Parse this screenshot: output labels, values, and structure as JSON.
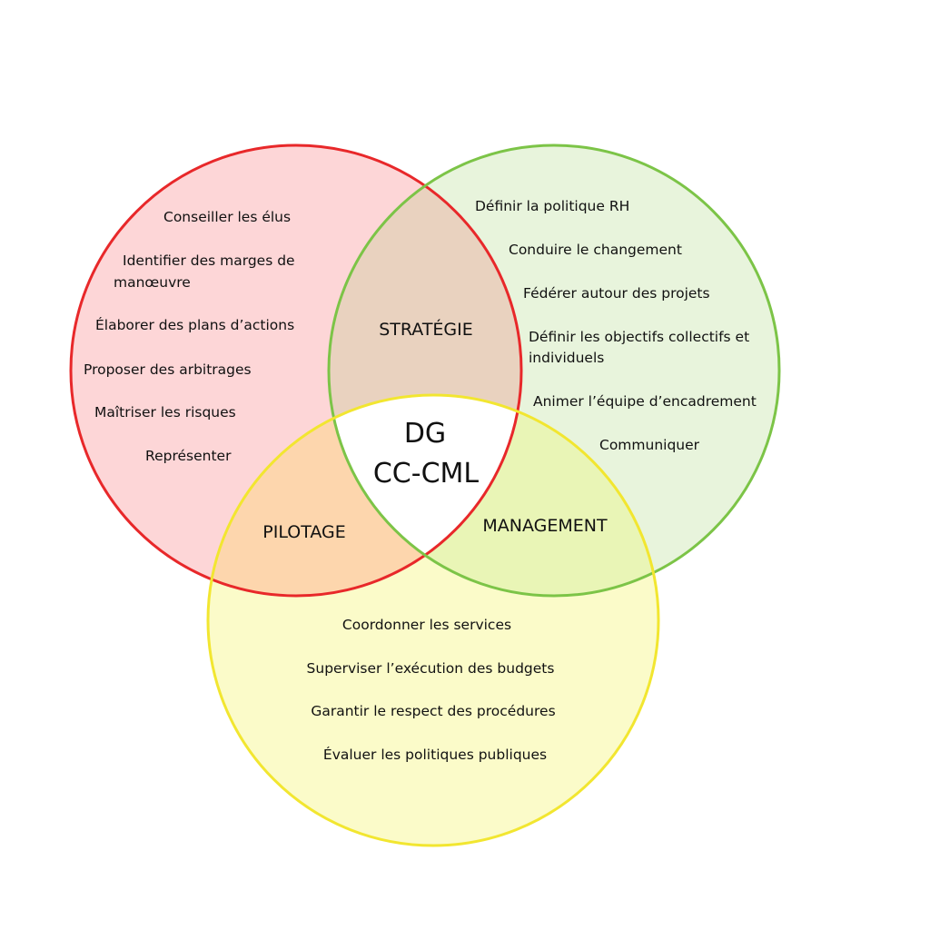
{
  "colors": {
    "red_fill": "#fdd6d7",
    "red_stroke": "#e8282a",
    "green_fill": "#e8f4dc",
    "green_stroke": "#7cc447",
    "yellow_fill": "#fbfbc9",
    "yellow_stroke": "#f2e630",
    "red_green_overlap": "#e9d2bf",
    "red_yellow_overlap": "#fdd6ad",
    "green_yellow_overlap": "#e9f5b6",
    "center": "#ffffff"
  },
  "circles": {
    "red": {
      "items": [
        [
          "Conseiller les élus"
        ],
        [
          "Identifier des marges de",
          "manœuvre"
        ],
        [
          "Élaborer des plans d’actions"
        ],
        [
          "Proposer des arbitrages"
        ],
        [
          "Maîtriser les risques"
        ],
        [
          "Représenter"
        ]
      ]
    },
    "green": {
      "items": [
        [
          "Définir la politique RH"
        ],
        [
          "Conduire le changement"
        ],
        [
          "Fédérer autour des projets"
        ],
        [
          "Définir les objectifs collectifs et",
          "individuels"
        ],
        [
          "Animer l’équipe d’encadrement"
        ],
        [
          "Communiquer"
        ]
      ]
    },
    "yellow": {
      "items": [
        [
          "Coordonner les services"
        ],
        [
          "Superviser l’exécution des budgets"
        ],
        [
          "Garantir le respect des procédures"
        ],
        [
          "Évaluer les politiques publiques"
        ]
      ]
    }
  },
  "overlaps": {
    "red_green": "STRATÉGIE",
    "red_yellow": "PILOTAGE",
    "green_yellow": "MANAGEMENT"
  },
  "center": {
    "line1": "DG",
    "line2": "CC-CML"
  }
}
